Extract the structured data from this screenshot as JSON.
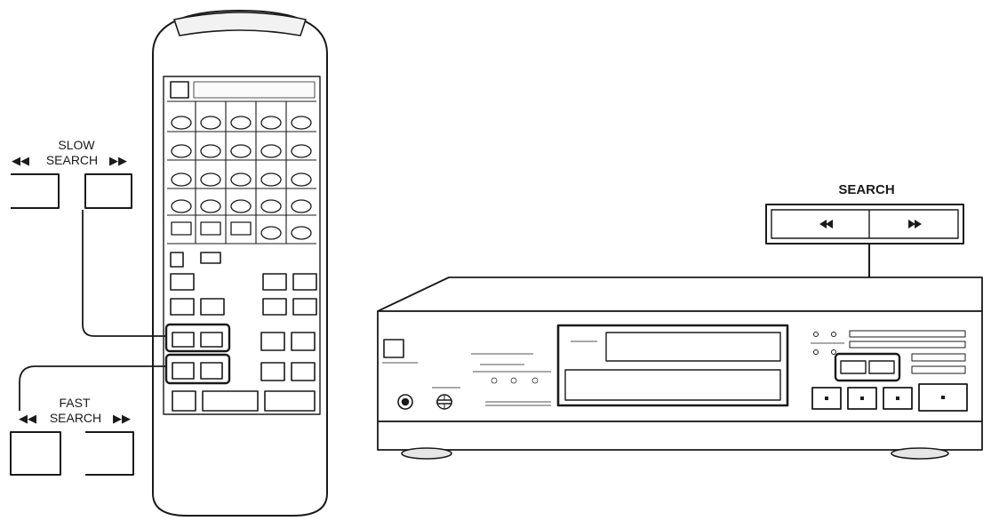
{
  "slow_search": {
    "line1": "SLOW",
    "line2_left": "◀◀",
    "line2_mid": "SEARCH",
    "line2_right": "▶▶"
  },
  "fast_search": {
    "line1": "FAST",
    "line2_left": "◀◀",
    "line2_mid": "SEARCH",
    "line2_right": "▶▶"
  },
  "search": {
    "label": "SEARCH",
    "rew_symbol": "◀◀",
    "ff_symbol": "▶▶"
  },
  "colors": {
    "ink": "#1a1a1a",
    "paper": "#ffffff",
    "shade": "#e6e6e6"
  },
  "icons": [
    "remote-control-icon",
    "cd-player-icon",
    "rewind-icon",
    "fast-forward-icon"
  ]
}
